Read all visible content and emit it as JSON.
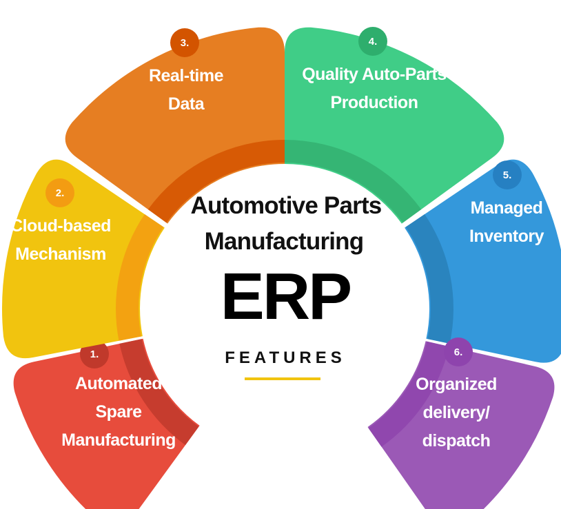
{
  "title": {
    "line1": "Automotive Parts",
    "line2": "Manufacturing",
    "erp": "ERP",
    "features": "FEATURES"
  },
  "accent_color": "#f1c40f",
  "segments": [
    {
      "number": "1.",
      "lines": [
        "Automated",
        "Spare",
        "Manufacturing"
      ],
      "color": "#e74c3c",
      "badge_color": "#c0392b",
      "ring_color": "#c0392b"
    },
    {
      "number": "2.",
      "lines": [
        "Cloud-based",
        "Mechanism"
      ],
      "color": "#f1c40f",
      "badge_color": "#f39c12",
      "ring_color": "#f39c12"
    },
    {
      "number": "3.",
      "lines": [
        "Real-time",
        "Data"
      ],
      "color": "#e67e22",
      "badge_color": "#d35400",
      "ring_color": "#d35400"
    },
    {
      "number": "4.",
      "lines": [
        "Quality Auto-Parts",
        "Production"
      ],
      "color": "#40cd87",
      "badge_color": "#2eae6d",
      "ring_color": "#34b071"
    },
    {
      "number": "5.",
      "lines": [
        "Managed",
        "Inventory"
      ],
      "color": "#3498db",
      "badge_color": "#2680c2",
      "ring_color": "#2980b9"
    },
    {
      "number": "6.",
      "lines": [
        "Organized",
        "delivery/",
        "dispatch"
      ],
      "color": "#9b59b6",
      "badge_color": "#8e44ad",
      "ring_color": "#8e44ad"
    }
  ]
}
